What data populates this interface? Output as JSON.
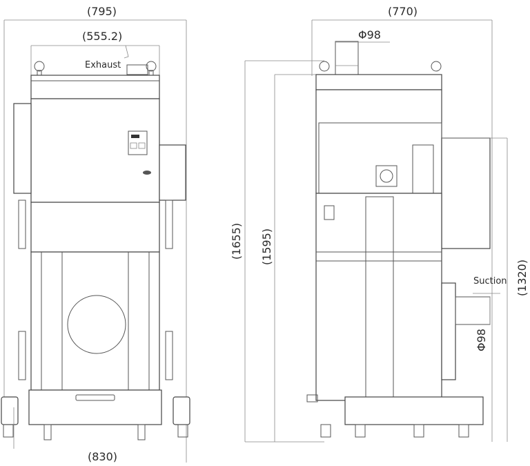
{
  "front_view": {
    "dimensions": {
      "overall_width": "(795)",
      "top_width": "(555.2)",
      "base_width": "(830)"
    },
    "callouts": {
      "exhaust": "Exhaust"
    }
  },
  "side_view": {
    "dimensions": {
      "overall_depth": "(770)",
      "exhaust_diameter": "Φ98",
      "overall_height": "(1655)",
      "body_height": "(1595)",
      "suction_height": "(1320)",
      "suction_diameter": "Φ98"
    },
    "callouts": {
      "suction": "Suction"
    }
  },
  "colors": {
    "line": "#555555",
    "text": "#2a2a2a",
    "background": "#ffffff"
  }
}
